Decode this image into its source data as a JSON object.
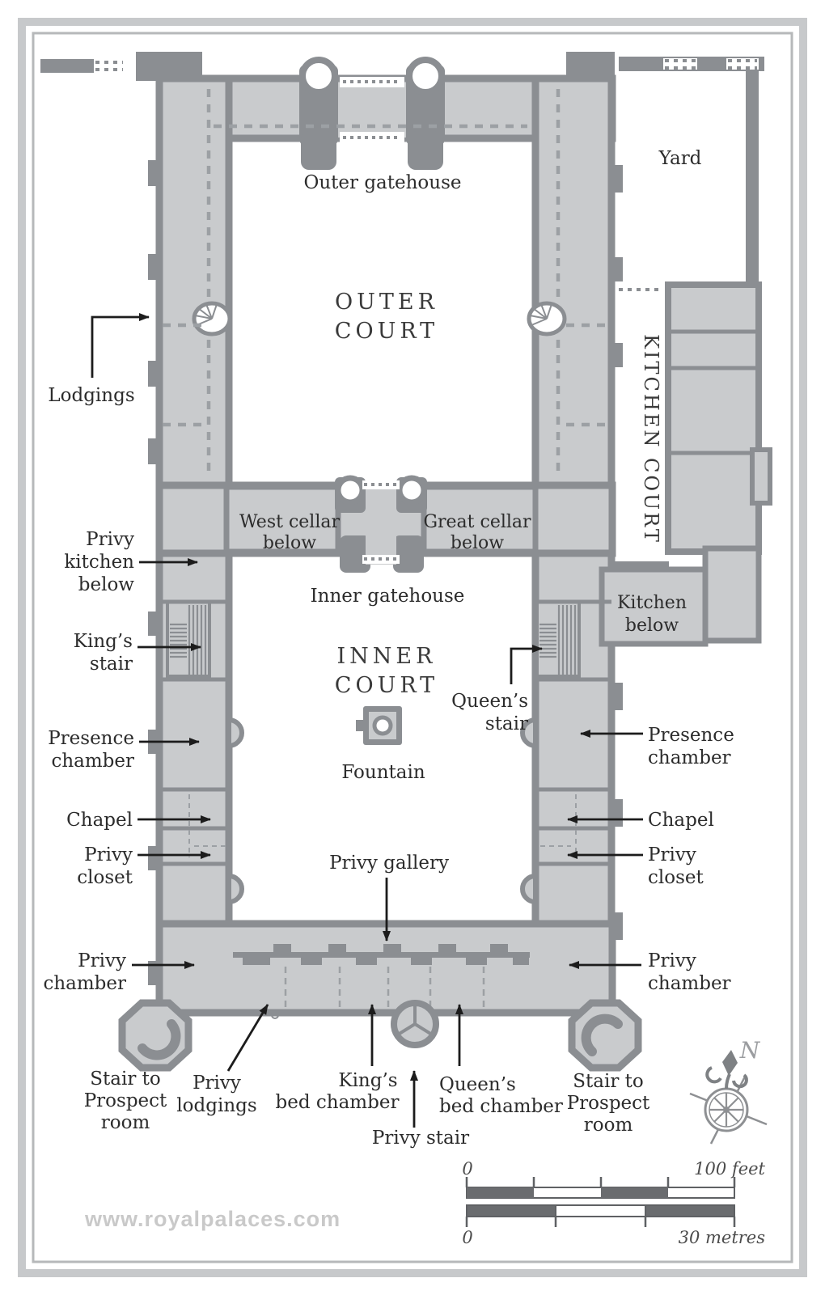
{
  "figure": {
    "watermark": "www.royalpalaces.com"
  },
  "courts": {
    "outer": [
      "OUTER",
      "COURT"
    ],
    "inner": [
      "INNER",
      "COURT"
    ],
    "kitchen": "KITCHEN COURT",
    "yard": "Yard"
  },
  "rooms": {
    "west_cellar": [
      "West cellar",
      "below"
    ],
    "great_cellar": [
      "Great cellar",
      "below"
    ],
    "kitchen_below": [
      "Kitchen",
      "below"
    ]
  },
  "callouts": {
    "outer_gatehouse": "Outer gatehouse",
    "inner_gatehouse": "Inner gatehouse",
    "lodgings": "Lodgings",
    "privy_kitchen": [
      "Privy",
      "kitchen",
      "below"
    ],
    "kings_stair": [
      "King’s",
      "stair"
    ],
    "queens_stair": [
      "Queen’s",
      "stair"
    ],
    "presence_left": [
      "Presence",
      "chamber"
    ],
    "presence_right": [
      "Presence",
      "chamber"
    ],
    "fountain": "Fountain",
    "chapel_left": "Chapel",
    "chapel_right": "Chapel",
    "privy_closet_left": [
      "Privy",
      "closet"
    ],
    "privy_closet_right": [
      "Privy",
      "closet"
    ],
    "privy_gallery": "Privy gallery",
    "privy_chamber_left": [
      "Privy",
      "chamber"
    ],
    "privy_chamber_right": [
      "Privy",
      "chamber"
    ],
    "stair_prospect_left": [
      "Stair to",
      "Prospect",
      "room"
    ],
    "stair_prospect_right": [
      "Stair to",
      "Prospect",
      "room"
    ],
    "privy_lodgings": [
      "Privy",
      "lodgings"
    ],
    "kings_bed": [
      "King’s",
      "bed chamber"
    ],
    "queens_bed": [
      "Queen’s",
      "bed chamber"
    ],
    "privy_stair": "Privy stair"
  },
  "compass": {
    "north": "N"
  },
  "scale": {
    "feet": {
      "start": "0",
      "end": "100 feet"
    },
    "metres": {
      "start": "0",
      "end": "30 metres"
    }
  },
  "colors": {
    "wall": "#8b8e92",
    "room_fill": "#c9cbcd",
    "dash": "#9ca0a4",
    "arrow": "#1c1c1c"
  }
}
